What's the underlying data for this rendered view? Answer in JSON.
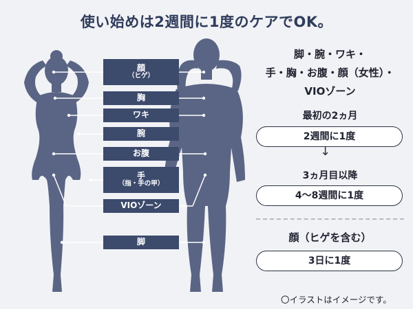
{
  "title": "使い始めは2週間に1度のケアでOK。",
  "labels": {
    "face": "顔",
    "face_sub": "（ヒゲ）",
    "chest": "胸",
    "armpit": "ワキ",
    "arm": "腕",
    "belly": "お腹",
    "hand": "手",
    "hand_sub": "（指・手の甲）",
    "vio": "VIOゾーン",
    "leg": "脚"
  },
  "right": {
    "areas_line1": "脚・腕・ワキ・",
    "areas_line2": "手・胸・お腹・顔（女性）・",
    "areas_line3": "VIOゾーン",
    "first_label": "最初の2ヵ月",
    "first_freq": "2週間に1度",
    "arrow": "↓",
    "after_label": "3ヵ月目以降",
    "after_freq": "4〜8週間に1度",
    "face_label": "顔（ヒゲを含む）",
    "face_freq": "3日に1度"
  },
  "note": "〇イラストはイメージです。",
  "colors": {
    "figure": "#5a6585",
    "label_bg": "#3c4a6c",
    "title": "#2f3c5c",
    "background": "#f1f2f5"
  }
}
